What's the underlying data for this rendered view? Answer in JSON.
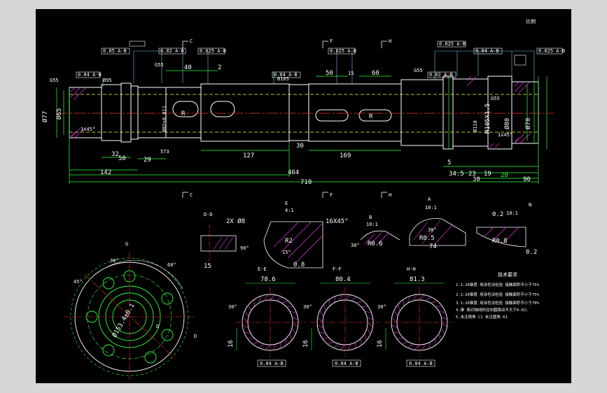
{
  "colors": {
    "background": "#000000",
    "outline": "#ffffff",
    "dimension": "#2eff3a",
    "center_line": "#ff3030",
    "hidden_line": "#ffff33",
    "leader": "#66ccff",
    "hatch": "#ff33ff"
  },
  "main_view": {
    "labels": {
      "corner": "比例",
      "sec_c": "C",
      "sec_f": "F",
      "sec_h": "H",
      "sec_c_bottom": "C",
      "sec_f_bottom": "F",
      "sec_h_bottom": "H",
      "roughness_a": "G55",
      "roughness_b": "G55",
      "roughness_c": "G55",
      "roughness_d": "G55"
    },
    "dims": {
      "d77": "Ø77",
      "d65": "Ø65",
      "d95": "Ø95",
      "d82": "Ø82±0.011",
      "d105": "Ø105",
      "d101_5": "M105X1.5",
      "d110": "Ø110",
      "d80": "Ø80",
      "d70": "Ø70",
      "chamfer1": "1x45°",
      "chamfer2": "1x45°",
      "len_40": "40",
      "len_2": "2",
      "len_50": "50",
      "len_60": "60",
      "len_15": "15",
      "len_32": "32",
      "len_50b": "50",
      "len_29": "29",
      "len_127": "127",
      "len_169": "169",
      "len_30": "30",
      "len_5": "5",
      "len_34_5": "34.5",
      "len_23": "23",
      "len_19": "19",
      "len_28": "28",
      "len_30b": "30",
      "len_90": "90",
      "len_142": "142",
      "len_464": "464",
      "len_710": "710",
      "len_573": "573",
      "r_left": "R",
      "r_right": "R"
    },
    "tolerances": {
      "t1": "0.05 A-B",
      "t2": "0.02 A-B",
      "t3": "0.025 A-B",
      "t4": "0.04 A-B",
      "t5": "0.025 A-B",
      "t6": "0.02 A-B",
      "t7": "0.025 A-B",
      "t8": "0.04 A-B",
      "t9": "0.025 A-B",
      "t10": "0.04 A-B"
    }
  },
  "section_dd": {
    "title": "D-D",
    "dim_2x8": "2X Ø8",
    "dim_15": "15",
    "angle": "90°"
  },
  "detail_views": [
    {
      "title": "E",
      "scale": "4:1",
      "dims": [
        "16X45°",
        "R2",
        "15°",
        "0.8"
      ]
    },
    {
      "title": "B",
      "scale": "10:1",
      "dims": [
        "30°",
        "R0.6"
      ]
    },
    {
      "title": "A",
      "scale": "10:1",
      "dims": [
        "30°",
        "R0.5",
        "74"
      ]
    },
    {
      "title": "N",
      "scale": "10:1",
      "dims": [
        "0.2",
        "R0.8",
        "0.2"
      ]
    }
  ],
  "view_g": {
    "title": "G",
    "angle_a": "30°",
    "angle_b": "60°",
    "angle_c": "45°",
    "dia": "Ø153.4±0.1",
    "label_d": "D",
    "label_d2": "D"
  },
  "sections": [
    {
      "title": "E-E",
      "dim_w": "78.6",
      "dim_h": "16",
      "tol": "0.04 A-B",
      "angle": "30°"
    },
    {
      "title": "F-F",
      "dim_w": "80.4",
      "dim_h": "16",
      "tol": "0.04 A-B",
      "angle": "30°"
    },
    {
      "title": "H-H",
      "dim_w": "81.3",
      "dim_h": "16",
      "tol": "0.04 A-B",
      "angle": "30°"
    }
  ],
  "tech_notes": {
    "title": "技术要求",
    "lines": [
      "1.1:20锥度 用涂色法检验 接触面积不小于75%",
      "2.1:20锥度 用涂色法检验 接触面积不小于75%",
      "3.1:20锥度 用涂色法检验 接触面积不小于70%",
      "4.锥 面对轴线的径向圆跳动不大于0.02;",
      "5.未注倒角 C1 未注圆角 R1"
    ]
  }
}
